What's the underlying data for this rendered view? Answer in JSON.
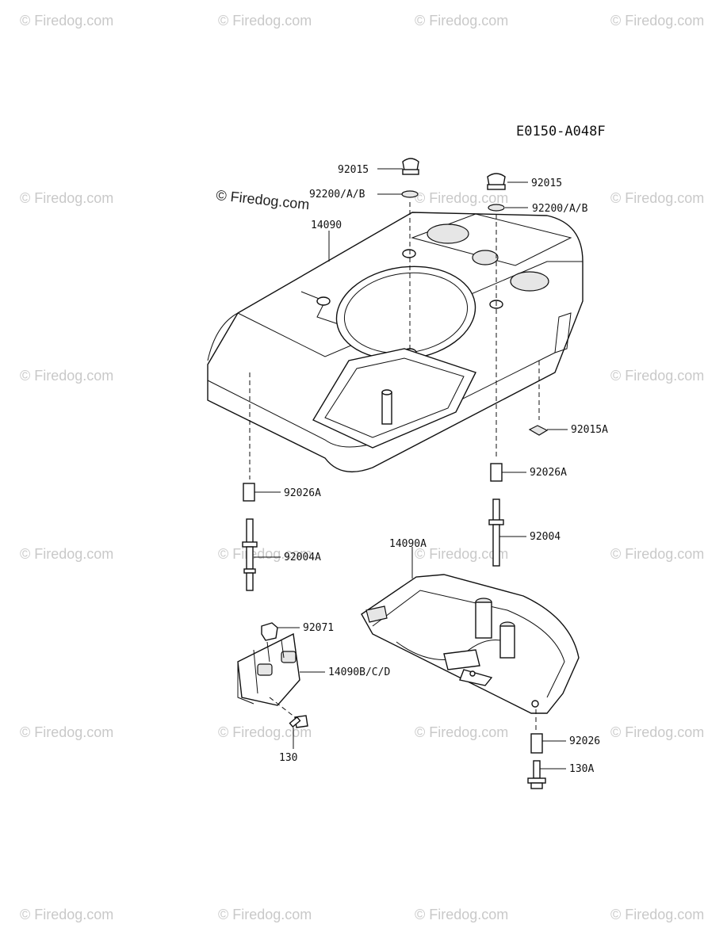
{
  "diagram": {
    "code": "E0150-A048F",
    "labels": {
      "p92015_top": "92015",
      "p92200_left": "92200/A/B",
      "p92015_right": "92015",
      "p92200_right": "92200/A/B",
      "p14090": "14090",
      "p92015A": "92015A",
      "p92026A_right": "92026A",
      "p92026A_left": "92026A",
      "p92004": "92004",
      "p92004A": "92004A",
      "p14090A": "14090A",
      "p92071": "92071",
      "p14090BCD": "14090B/C/D",
      "p130": "130",
      "p92026": "92026",
      "p130A": "130A"
    }
  },
  "watermark": {
    "text": "© Firedog.com",
    "prominent": "© Firedog.com"
  }
}
